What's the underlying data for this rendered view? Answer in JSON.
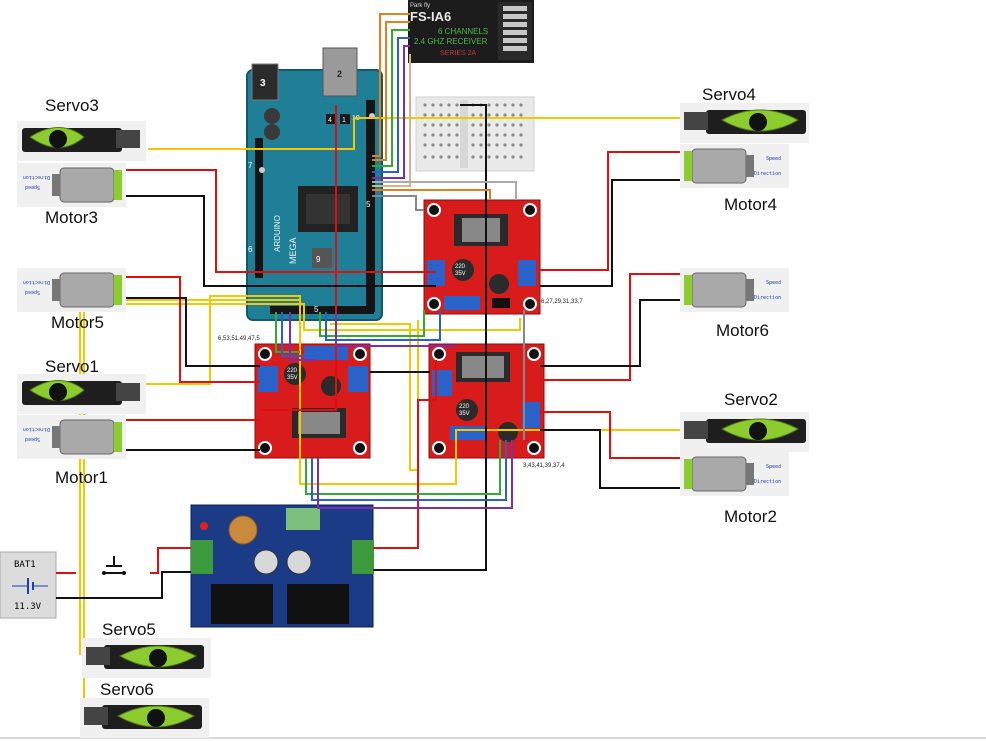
{
  "labels": {
    "servo3": "Servo3",
    "motor3": "Motor3",
    "motor5": "Motor5",
    "servo1": "Servo1",
    "motor1": "Motor1",
    "servo4": "Servo4",
    "motor4": "Motor4",
    "motor6": "Motor6",
    "servo2": "Servo2",
    "motor2": "Motor2",
    "servo5": "Servo5",
    "servo6": "Servo6"
  },
  "pin_groups": {
    "driver_a": "6,27,29,31,33,7",
    "driver_b": "6,53,51,49,47,5",
    "driver_c": "3,43,41,39,37,4"
  },
  "battery": {
    "name": "BAT1",
    "voltage": "11.3V"
  },
  "receiver": {
    "brand": "Park fly",
    "model": "FS-IA6",
    "channels": "6 CHANNELS",
    "band": "2.4 GHZ RECEIVER",
    "series": "SERIES 2A"
  },
  "arduino": {
    "brand": "ARDUINO",
    "model": "MEGA"
  },
  "motor_text": {
    "speed": "Speed",
    "direction": "Direction"
  },
  "regulator_caps": {
    "cap_value": "220",
    "cap_volt": "35V"
  },
  "colors": {
    "wire_red": "#e01010",
    "wire_black": "#111111",
    "wire_yellow": "#f2c800",
    "wire_orange": "#e08020",
    "wire_green": "#33aa33",
    "wire_blue": "#2a5fd0",
    "wire_purple": "#7a2fb0",
    "wire_gray": "#888888",
    "driver_board": "#d81c1c",
    "arduino_board": "#1f7f96",
    "servo_green": "#8ccc2e"
  }
}
